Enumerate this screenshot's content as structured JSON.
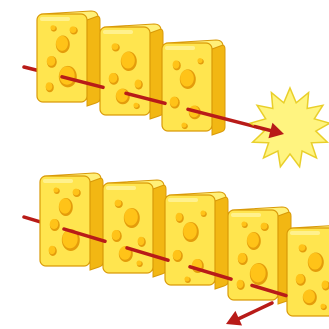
{
  "diagram": {
    "type": "swiss-cheese-model",
    "scenarios": [
      {
        "name": "hazard-passes-all-layers",
        "layer_count": 3,
        "outcome": "burst",
        "outcome_icon": "starburst-icon"
      },
      {
        "name": "hazard-blocked",
        "layer_count": 5,
        "outcome": "blocked",
        "outcome_icon": "none"
      }
    ]
  },
  "colors": {
    "cheese_face": "#FFE54F",
    "cheese_side": "#F2B713",
    "cheese_top": "#FFF079",
    "cheese_outline": "#D99A08",
    "hole_fill": "#FFC318",
    "hole_shadow": "#E49C0B",
    "arrow": "#B81B18",
    "burst_fill": "#FFF480",
    "burst_outline": "#E9CF2A",
    "background": "#FFFFFF"
  }
}
